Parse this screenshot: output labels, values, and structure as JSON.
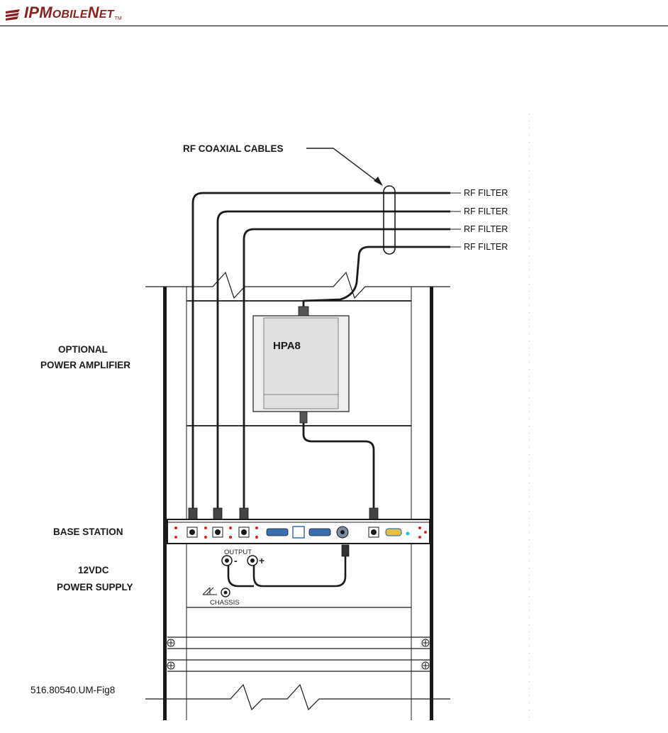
{
  "header": {
    "brand_prefix": "IP",
    "brand_m": "M",
    "brand_obile": "OBILE",
    "brand_n": "N",
    "brand_et": "ET",
    "trademark": "TM"
  },
  "diagram": {
    "cables_label": "RF COAXIAL CABLES",
    "rf_filter_labels": [
      "RF FILTER",
      "RF FILTER",
      "RF FILTER",
      "RF FILTER"
    ],
    "amplifier_name": "HPA8",
    "optional_label_line1": "OPTIONAL",
    "optional_label_line2": "POWER AMPLIFIER",
    "base_station_label": "BASE STATION",
    "psu_label_line1": "12VDC",
    "psu_label_line2": "POWER SUPPLY",
    "output_label": "OUTPUT",
    "minus_label": "-",
    "plus_label": "+",
    "chassis_label": "CHASSIS",
    "figure_id": "516.80540.UM-Fig8"
  },
  "colors": {
    "brand": "#8c1f1f",
    "line": "#1a1a1a",
    "led_red": "#e02020",
    "amp_fill": "#e6e6e6",
    "connector_blue": "#3a6fb0",
    "connector_yellow": "#e8c040",
    "connector_cyan": "#18c8d8"
  }
}
